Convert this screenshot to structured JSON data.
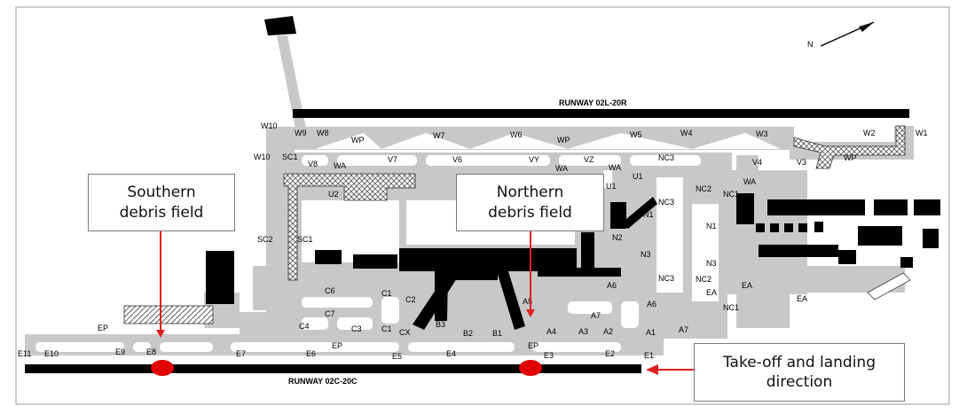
{
  "runways": {
    "north": "RUNWAY 02L-20R",
    "south": "RUNWAY 02C-20C"
  },
  "callouts": {
    "southern": "Southern\ndebris field",
    "northern": "Northern\ndebris field",
    "direction": "Take-off and landing\ndirection"
  },
  "north_arrow": "N",
  "labels": {
    "w10a": "W10",
    "w10b": "W10",
    "w9": "W9",
    "w8": "W8",
    "wp1": "WP",
    "w7": "W7",
    "w6": "W6",
    "wp2": "WP",
    "w5": "W5",
    "w4": "W4",
    "w3": "W3",
    "w2": "W2",
    "w1": "W1",
    "sc1a": "SC1",
    "v8": "V8",
    "wa1": "WA",
    "v7": "V7",
    "v6": "V6",
    "vy": "VY",
    "vz": "VZ",
    "wa2": "WA",
    "wa3": "WA",
    "u1a": "U1",
    "u1b": "U1",
    "nc3a": "NC3",
    "v4": "V4",
    "v3": "V3",
    "wp3": "WP",
    "wa4": "WA",
    "u2": "U2",
    "nc2a": "NC2",
    "nc1a": "NC1",
    "nc3b": "NC3",
    "n1a": "N1",
    "n1b": "N1",
    "n2": "N2",
    "n3a": "N3",
    "n3b": "N3",
    "nc3c": "NC3",
    "nc2b": "NC2",
    "ea1": "EA",
    "ea2": "EA",
    "ea3": "EA",
    "nc1b": "NC1",
    "sc2": "SC2",
    "sc1b": "SC1",
    "c6": "C6",
    "c1a": "C1",
    "c2": "C2",
    "c7": "C7",
    "c4": "C4",
    "c3": "C3",
    "c1b": "C1",
    "cx": "CX",
    "b3": "B3",
    "b2": "B2",
    "b1": "B1",
    "a5": "A5",
    "a6a": "A6",
    "a6b": "A6",
    "a7a": "A7",
    "a7b": "A7",
    "a4": "A4",
    "a3": "A3",
    "a2": "A2",
    "a1": "A1",
    "ep1": "EP",
    "ep2": "EP",
    "ep3": "EP",
    "e11": "E11",
    "e10": "E10",
    "e9": "E9",
    "e8": "E8",
    "e7": "E7",
    "e6": "E6",
    "e5": "E5",
    "e4": "E4",
    "e3": "E3",
    "e2": "E2",
    "e1": "E1"
  },
  "colors": {
    "runway": "#000000",
    "taxiway": "#c8c8c8",
    "building": "#000000",
    "debris": "#e00000",
    "arrow": "#e02020"
  }
}
